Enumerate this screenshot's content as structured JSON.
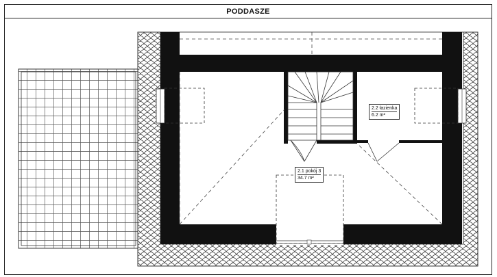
{
  "header": {
    "title": "PODDASZE"
  },
  "rooms": [
    {
      "name": "2.2 łazienka",
      "area": "6.2 m²"
    },
    {
      "name": "2.1 pokój 3",
      "area": "34.7 m²"
    }
  ],
  "colors": {
    "wall": "#111111",
    "line": "#222222",
    "background": "#ffffff"
  }
}
